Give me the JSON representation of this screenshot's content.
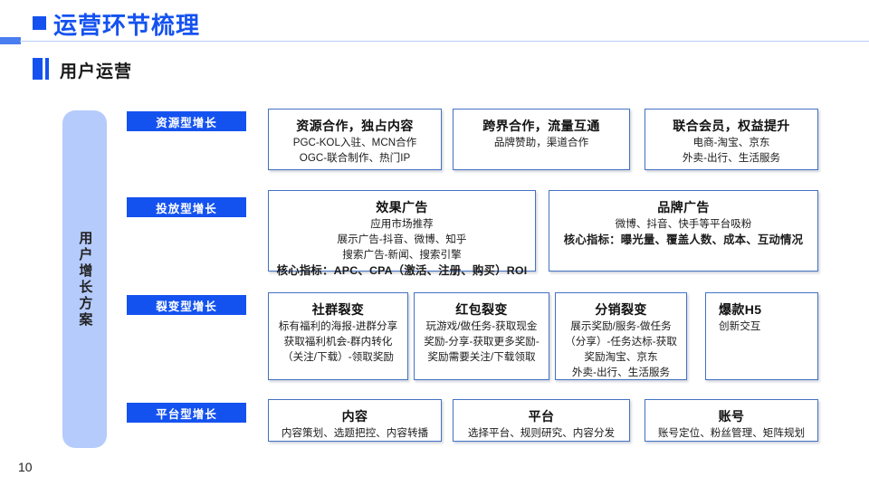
{
  "header": {
    "title": "运营环节梳理",
    "bullet_icon": "square-bullet-icon"
  },
  "subheader": {
    "title": "用户运营"
  },
  "left_panel": {
    "label": "用户增长方案"
  },
  "colors": {
    "brand_blue": "#1452f0",
    "panel_light_blue": "#b5cbfb",
    "box_border": "#4472c4",
    "rule": "#b9cdf5"
  },
  "rows": [
    {
      "category": "资源型增长",
      "boxes": [
        {
          "title": "资源合作，独占内容",
          "lines": [
            {
              "text": "PGC-KOL入驻、MCN合作",
              "bold": false
            },
            {
              "text": "OGC-联合制作、热门IP",
              "bold": false
            }
          ]
        },
        {
          "title": "跨界合作，流量互通",
          "lines": [
            {
              "text": "品牌赞助，渠道合作",
              "bold": false
            }
          ]
        },
        {
          "title": "联合会员，权益提升",
          "lines": [
            {
              "text": "电商-淘宝、京东",
              "bold": false
            },
            {
              "text": "外卖-出行、生活服务",
              "bold": false
            }
          ]
        }
      ]
    },
    {
      "category": "投放型增长",
      "boxes": [
        {
          "title": "效果广告",
          "lines": [
            {
              "text": "应用市场推荐",
              "bold": false
            },
            {
              "text": "展示广告-抖音、微博、知乎",
              "bold": false
            },
            {
              "text": "搜索广告-新闻、搜索引擎",
              "bold": false
            },
            {
              "text": "核心指标：APC、CPA（激活、注册、购买）ROI",
              "bold": true
            }
          ]
        },
        {
          "title": "品牌广告",
          "lines": [
            {
              "text": "微博、抖音、快手等平台吸粉",
              "bold": false
            },
            {
              "text": "核心指标：曝光量、覆盖人数、成本、互动情况",
              "bold": true
            }
          ]
        }
      ]
    },
    {
      "category": "裂变型增长",
      "boxes": [
        {
          "title": "社群裂变",
          "lines": [
            {
              "text": "标有福利的海报-进群分享",
              "bold": false
            },
            {
              "text": "获取福利机会-群内转化",
              "bold": false
            },
            {
              "text": "（关注/下载）-领取奖励",
              "bold": false
            }
          ]
        },
        {
          "title": "红包裂变",
          "lines": [
            {
              "text": "玩游戏/做任务-获取现金",
              "bold": false
            },
            {
              "text": "奖励-分享-获取更多奖励-",
              "bold": false
            },
            {
              "text": "奖励需要关注/下载领取",
              "bold": false
            }
          ]
        },
        {
          "title": "分销裂变",
          "lines": [
            {
              "text": "展示奖励/服务-做任务",
              "bold": false
            },
            {
              "text": "（分享）-任务达标-获取",
              "bold": false
            },
            {
              "text": "奖励淘宝、京东",
              "bold": false
            },
            {
              "text": "外卖-出行、生活服务",
              "bold": false
            }
          ]
        },
        {
          "title": "爆款H5",
          "lines": [
            {
              "text": "创新交互",
              "bold": false
            }
          ]
        }
      ]
    },
    {
      "category": "平台型增长",
      "boxes": [
        {
          "title": "内容",
          "lines": [
            {
              "text": "内容策划、选题把控、内容转播",
              "bold": false
            }
          ]
        },
        {
          "title": "平台",
          "lines": [
            {
              "text": "选择平台、规则研究、内容分发",
              "bold": false
            }
          ]
        },
        {
          "title": "账号",
          "lines": [
            {
              "text": "账号定位、粉丝管理、矩阵规划",
              "bold": false
            }
          ]
        }
      ]
    }
  ],
  "footer": {
    "page_number": "10"
  }
}
